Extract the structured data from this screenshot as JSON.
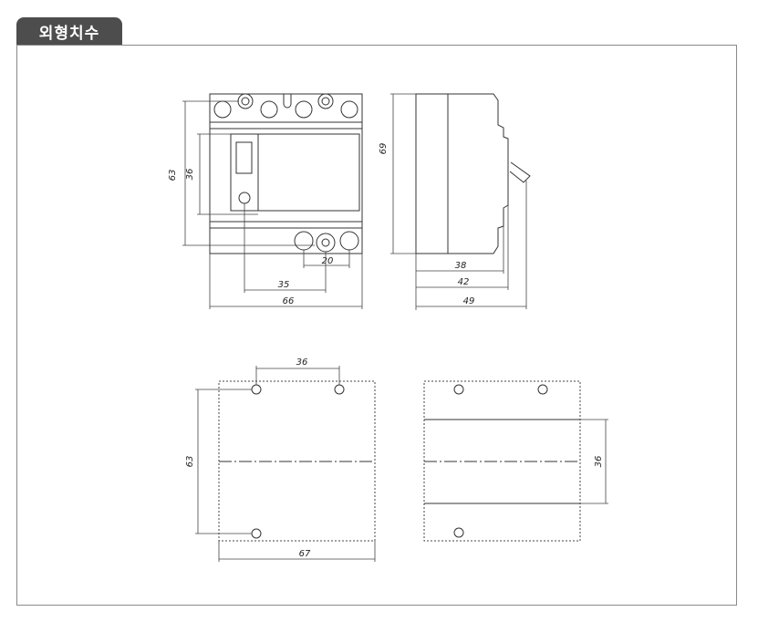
{
  "header": {
    "title": "외형치수"
  },
  "dimensions": {
    "front": {
      "height_total": "63",
      "height_window": "36",
      "hole_spacing": "20",
      "offset": "35",
      "width": "66"
    },
    "side": {
      "height": "69",
      "depth_1": "38",
      "depth_2": "42",
      "depth_3": "49"
    },
    "mount_left": {
      "hole_spacing": "36",
      "height": "63",
      "width": "67"
    },
    "mount_right": {
      "band_height": "36"
    }
  }
}
